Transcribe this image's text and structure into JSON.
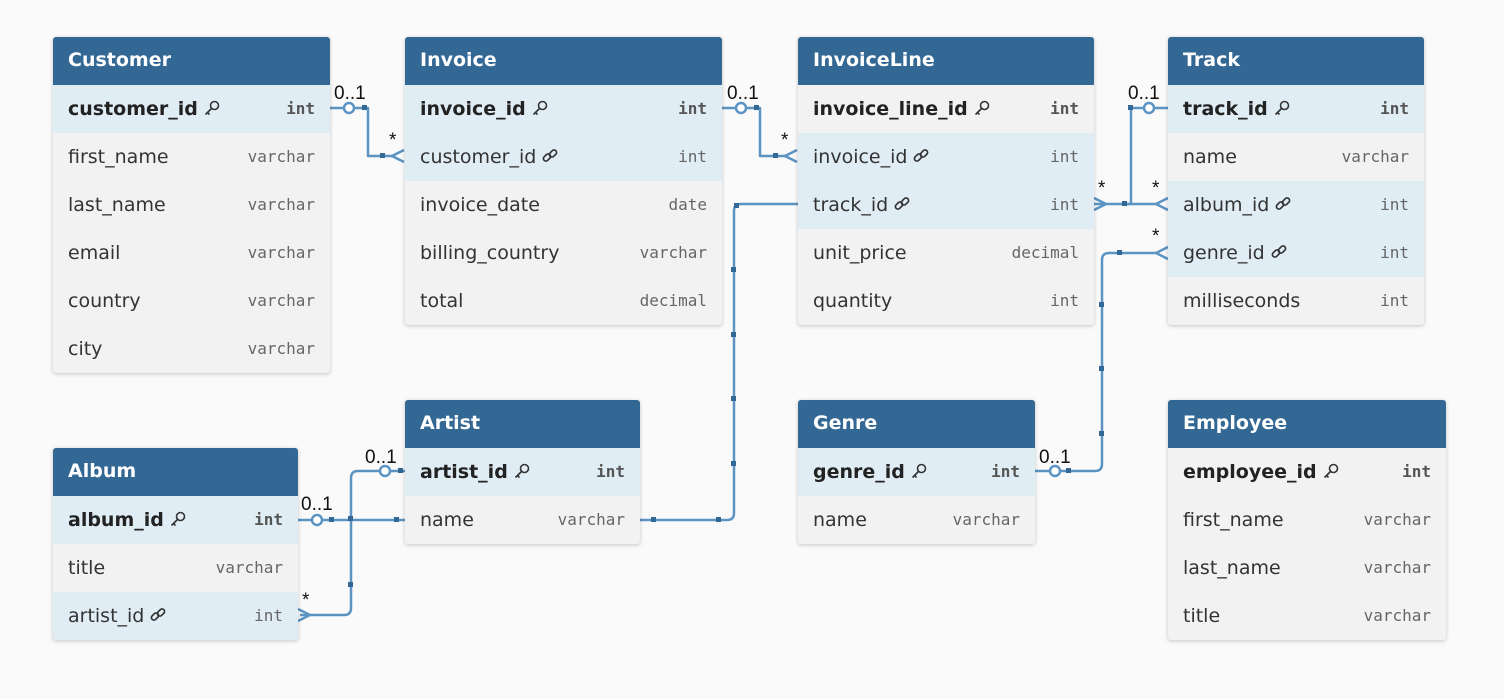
{
  "icons": {
    "key": "key-icon",
    "link": "link-icon"
  },
  "colors": {
    "header": "#336894",
    "highlight": "#e0edf5",
    "line": "#5b93c2"
  },
  "tables": {
    "customer": {
      "name": "Customer",
      "fields": [
        {
          "name": "customer_id",
          "type": "int"
        },
        {
          "name": "first_name",
          "type": "varchar"
        },
        {
          "name": "last_name",
          "type": "varchar"
        },
        {
          "name": "email",
          "type": "varchar"
        },
        {
          "name": "country",
          "type": "varchar"
        },
        {
          "name": "city",
          "type": "varchar"
        }
      ]
    },
    "invoice": {
      "name": "Invoice",
      "fields": [
        {
          "name": "invoice_id",
          "type": "int"
        },
        {
          "name": "customer_id",
          "type": "int"
        },
        {
          "name": "invoice_date",
          "type": "date"
        },
        {
          "name": "billing_country",
          "type": "varchar"
        },
        {
          "name": "total",
          "type": "decimal"
        }
      ]
    },
    "invoiceline": {
      "name": "InvoiceLine",
      "fields": [
        {
          "name": "invoice_line_id",
          "type": "int"
        },
        {
          "name": "invoice_id",
          "type": "int"
        },
        {
          "name": "track_id",
          "type": "int"
        },
        {
          "name": "unit_price",
          "type": "decimal"
        },
        {
          "name": "quantity",
          "type": "int"
        }
      ]
    },
    "track": {
      "name": "Track",
      "fields": [
        {
          "name": "track_id",
          "type": "int"
        },
        {
          "name": "name",
          "type": "varchar"
        },
        {
          "name": "album_id",
          "type": "int"
        },
        {
          "name": "genre_id",
          "type": "int"
        },
        {
          "name": "milliseconds",
          "type": "int"
        }
      ]
    },
    "album": {
      "name": "Album",
      "fields": [
        {
          "name": "album_id",
          "type": "int"
        },
        {
          "name": "title",
          "type": "varchar"
        },
        {
          "name": "artist_id",
          "type": "int"
        }
      ]
    },
    "artist": {
      "name": "Artist",
      "fields": [
        {
          "name": "artist_id",
          "type": "int"
        },
        {
          "name": "name",
          "type": "varchar"
        }
      ]
    },
    "genre": {
      "name": "Genre",
      "fields": [
        {
          "name": "genre_id",
          "type": "int"
        },
        {
          "name": "name",
          "type": "varchar"
        }
      ]
    },
    "employee": {
      "name": "Employee",
      "fields": [
        {
          "name": "employee_id",
          "type": "int"
        },
        {
          "name": "first_name",
          "type": "varchar"
        },
        {
          "name": "last_name",
          "type": "varchar"
        },
        {
          "name": "title",
          "type": "varchar"
        }
      ]
    }
  },
  "relations": {
    "customer_invoice": {
      "one": "0..1",
      "many": "*"
    },
    "invoice_invoiceline": {
      "one": "0..1",
      "many": "*"
    },
    "track_invoiceline": {
      "one": "0..1",
      "many": "*"
    },
    "album_track": {
      "one": "0..1",
      "many": "*"
    },
    "genre_track": {
      "one": "0..1",
      "many": "*"
    },
    "artist_album": {
      "one": "0..1",
      "many": "*"
    }
  }
}
